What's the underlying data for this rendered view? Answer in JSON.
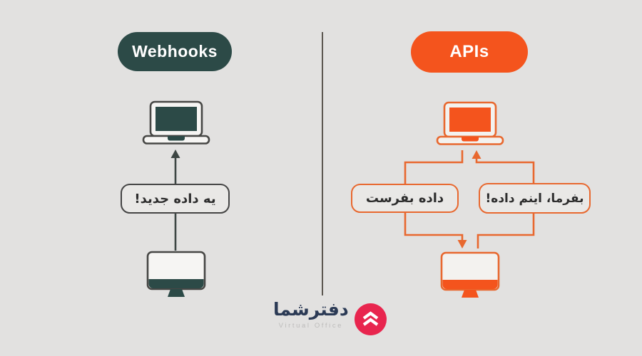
{
  "colors": {
    "bg": "#e2e1e0",
    "teal": "#2c4a47",
    "orange": "#f4541d",
    "line-orange": "#e8682f",
    "dark-line": "#3d4643",
    "box-border-dark": "#454545",
    "box-bg": "#e9e8e6",
    "logo-red": "#e8254e",
    "logo-navy": "#2b3a55",
    "subtitle-gray": "#bdbcbb",
    "divider": "#5d5852"
  },
  "left_panel": {
    "title": "Webhooks",
    "message": "یه داده جدید!"
  },
  "right_panel": {
    "title": "APIs",
    "request_message": "داده بفرست",
    "response_message": "بفرما، اینم داده!"
  },
  "footer_logo": {
    "brand_name": "دفترشما",
    "brand_subtitle": "Virtual Office"
  },
  "icons": {
    "left_laptop": "laptop-icon",
    "left_desktop": "desktop-monitor-icon",
    "right_laptop": "laptop-icon",
    "right_desktop": "desktop-monitor-icon",
    "logo_mark": "layered-ribbon-icon",
    "up_arrow_left": "arrow-up-icon",
    "up_arrow_right": "arrow-up-icon",
    "down_arrow_right": "arrow-down-icon"
  }
}
